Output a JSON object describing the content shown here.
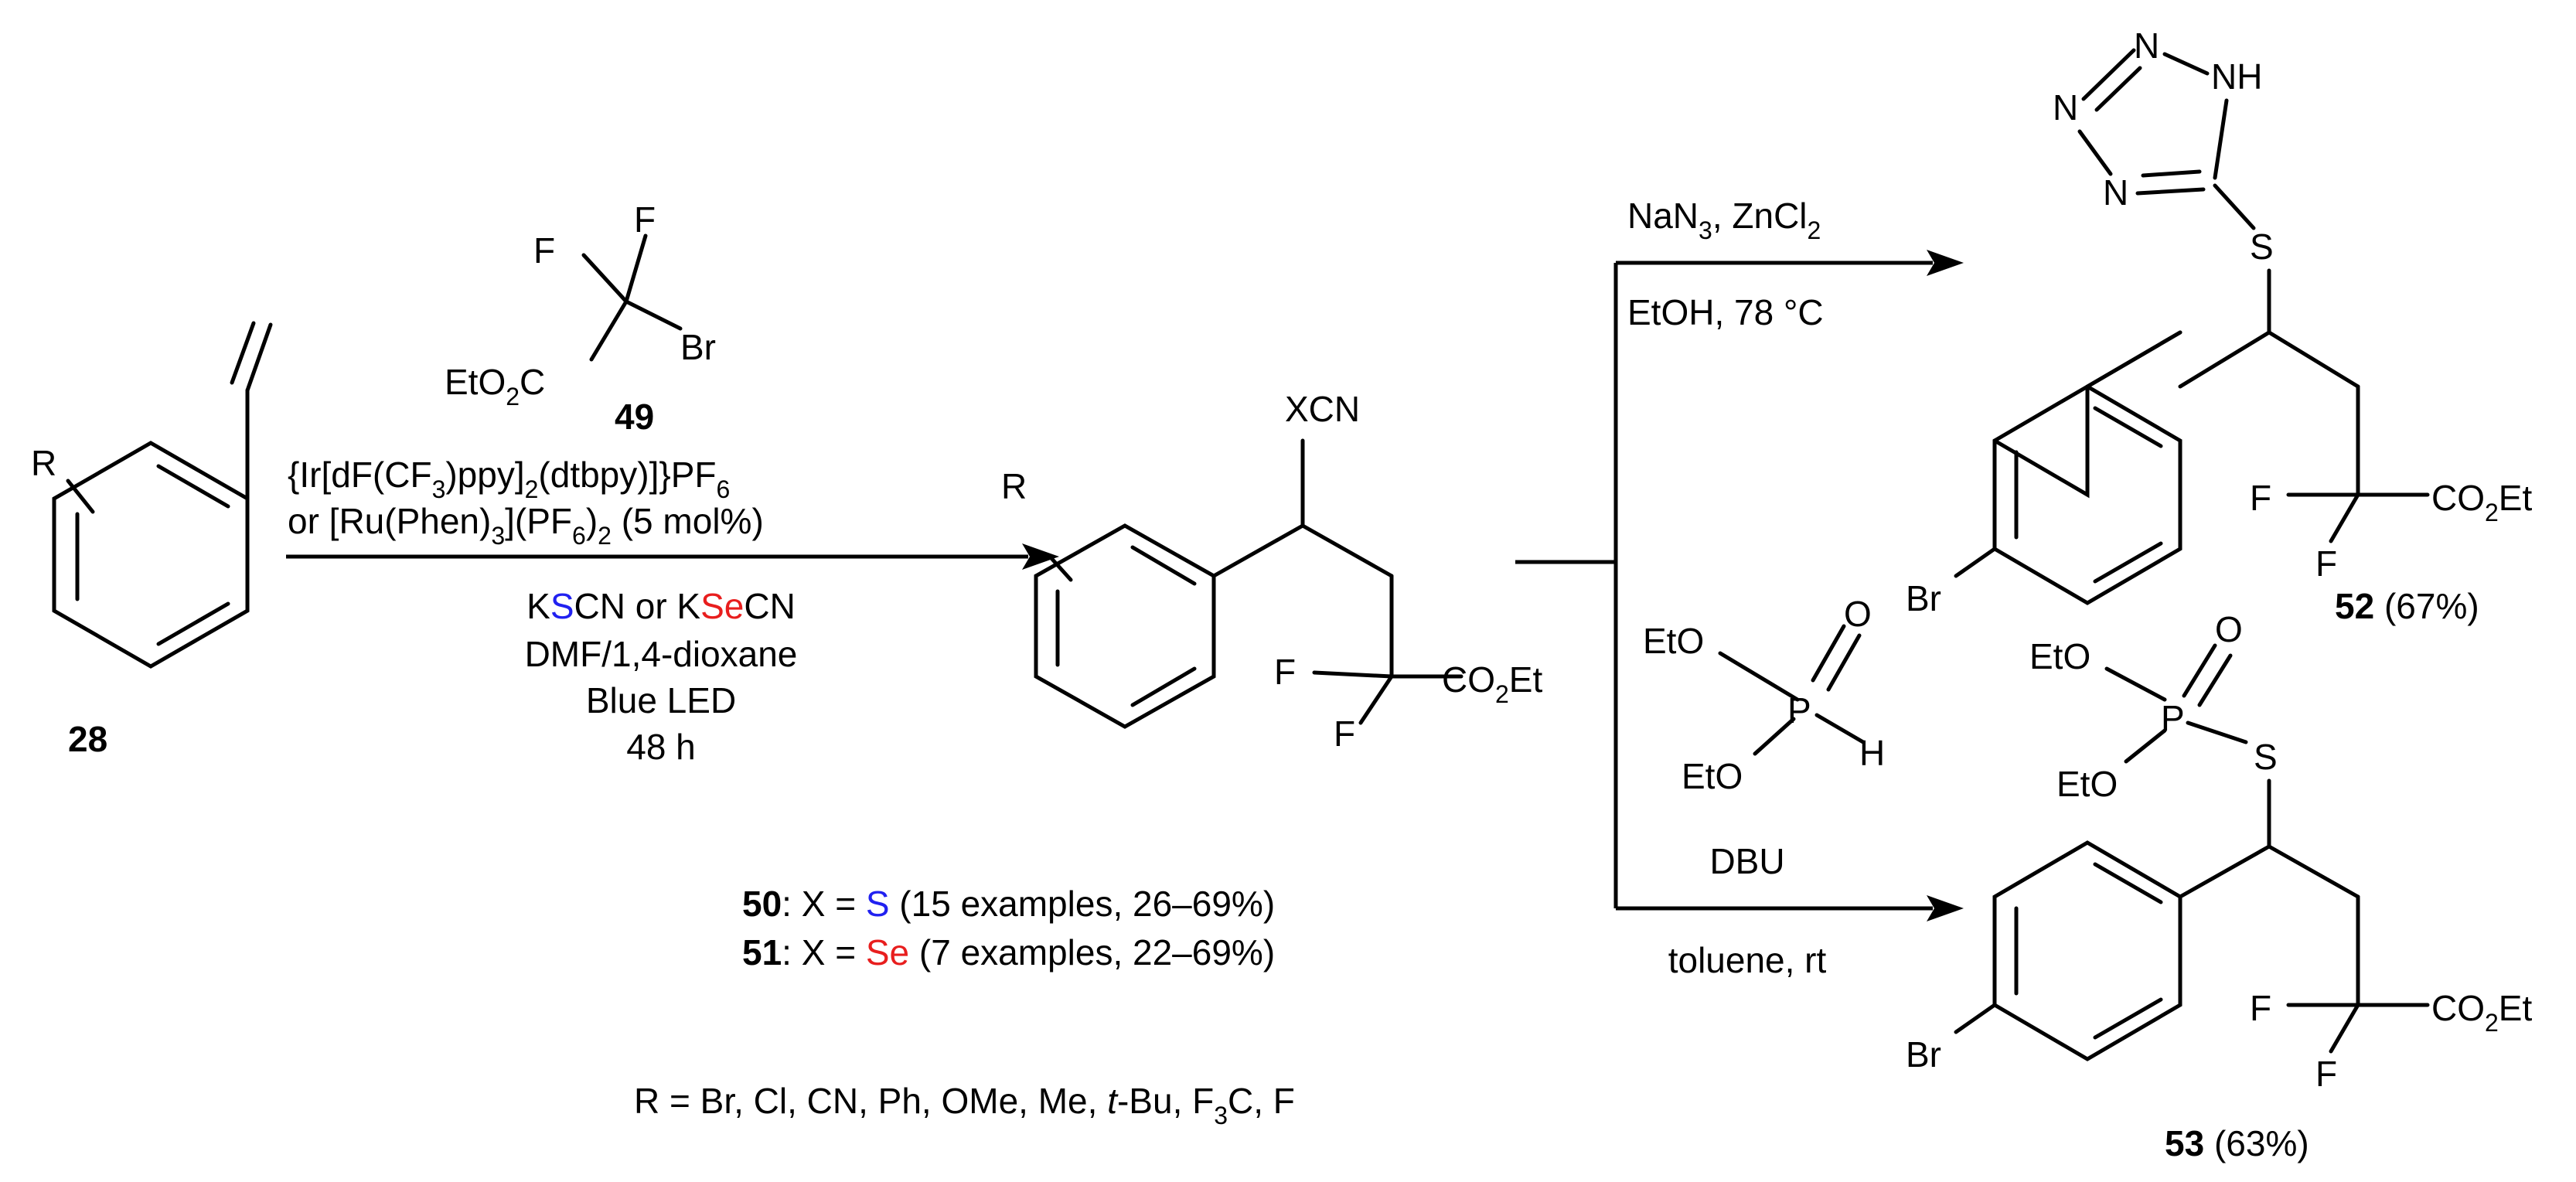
{
  "colors": {
    "sulfur": "#2121f0",
    "selenium": "#e81e1e",
    "text": "#000000"
  },
  "compounds": {
    "styrene": {
      "number": "28",
      "substituent": "R"
    },
    "reagent_bromide": {
      "number": "49",
      "atom_f1": "F",
      "atom_f2": "F",
      "atom_br": "Br",
      "ester_prefix": "EtO",
      "ester_sub": "2",
      "ester_suffix": "C"
    },
    "intermediate": {
      "xcn": "XCN",
      "r": "R",
      "f1": "F",
      "f2": "F",
      "ester_main": "CO",
      "ester_sub": "2",
      "ester_tail": "Et"
    },
    "product_52": {
      "number": "52",
      "yield": "(67%)",
      "br": "Br",
      "s": "S",
      "f1": "F",
      "f2": "F",
      "ester_main": "CO",
      "ester_sub": "2",
      "ester_tail": "Et",
      "n1": "N",
      "n2": "N",
      "n3": "N",
      "nh": "NH"
    },
    "product_53": {
      "number": "53",
      "yield": "(63%)",
      "br": "Br",
      "s": "S",
      "f1": "F",
      "f2": "F",
      "ester_main": "CO",
      "ester_sub": "2",
      "ester_tail": "Et",
      "eto1": "EtO",
      "eto2": "EtO",
      "p": "P",
      "o": "O"
    },
    "phosphite": {
      "eto1": "EtO",
      "eto2": "EtO",
      "p": "P",
      "o": "O",
      "h": "H"
    }
  },
  "conditions": {
    "catalyst_line1": {
      "a": "{Ir[dF(CF",
      "a_sub": "3",
      "b": ")ppy]",
      "b_sub": "2",
      "c": "(dtbpy)]}PF",
      "c_sub": "6"
    },
    "catalyst_line2": {
      "a": "or [Ru(Phen)",
      "a_sub": "3",
      "b": "](PF",
      "b_sub": "6",
      "c": ")",
      "c_sub": "2",
      "d": " (5 mol%)"
    },
    "salt_line": {
      "k1": "K",
      "s": "S",
      "mid": "CN or K",
      "se": "Se",
      "end": "CN"
    },
    "solvent": "DMF/1,4-dioxane",
    "light": "Blue LED",
    "time": "48 h",
    "upper_branch": {
      "line1_a": "NaN",
      "line1_sub1": "3",
      "line1_b": ", ZnCl",
      "line1_sub2": "2",
      "line2": "EtOH, 78 °C"
    },
    "lower_branch": {
      "base": "DBU",
      "solvent": "toluene, rt"
    }
  },
  "results": {
    "r50": {
      "number": "50",
      "prefix": ": X = ",
      "x": "S",
      "detail": " (15 examples, 26–69%)"
    },
    "r51": {
      "number": "51",
      "prefix": ": X = ",
      "x": "Se",
      "detail": " (7 examples, 22–69%)"
    }
  },
  "r_groups": {
    "prefix": "R =  Br, Cl, CN, Ph, OMe, Me, ",
    "italic": "t",
    "mid": "-Bu, F",
    "sub": "3",
    "end": "C, F"
  }
}
